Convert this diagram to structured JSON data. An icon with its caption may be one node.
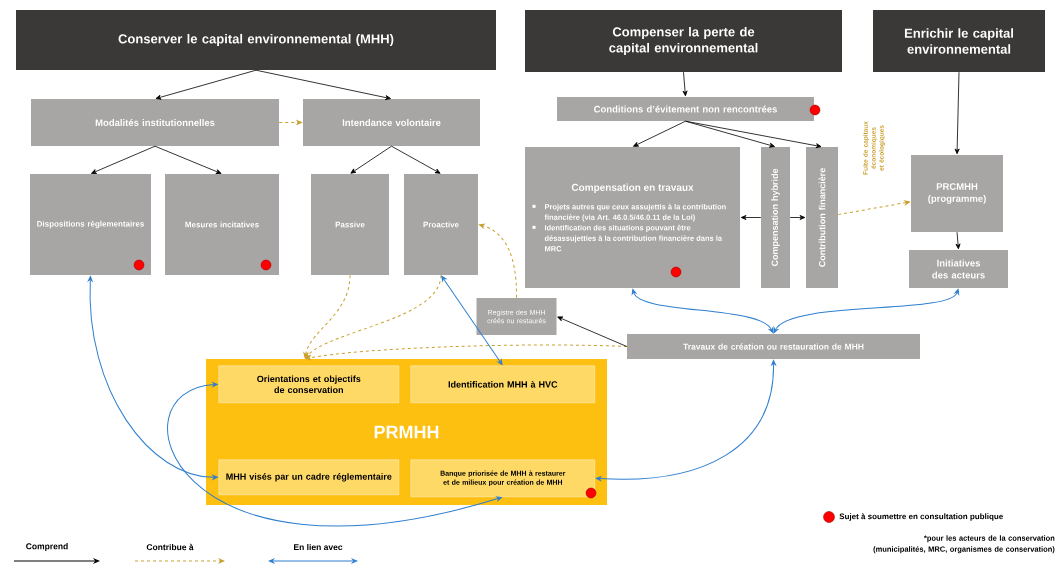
{
  "diagram": {
    "nodes": [
      {
        "text": [
          "Conserver le capital environnemental (MHH)"
        ]
      },
      {
        "text": [
          "Compenser la perte de capital environnemental"
        ]
      },
      {
        "text": [
          "Enrichir le capital environnemental"
        ]
      },
      {
        "text": [
          "Modalités institutionnelles"
        ]
      },
      {
        "text": [
          "Intendance volontaire"
        ]
      },
      {
        "text": [
          "Dispositions règlementaires"
        ]
      },
      {
        "text": [
          "Mesures incitatives"
        ]
      },
      {
        "text": [
          "Passive"
        ]
      },
      {
        "text": [
          "Proactive"
        ]
      },
      {
        "text": [
          "Conditions d’évitement non rencontrées"
        ]
      },
      {
        "text": [
          "Compensation en travaux",
          "Projets autres que ceux assujettis à la contribution financière (via Art. 46.0.5/46.0.11 de la Loi)",
          "Identification des situations pouvant être désassujetties à la contribution financière dans la MRC"
        ]
      },
      {
        "text": [
          "Compensation hybride"
        ]
      },
      {
        "text": [
          "Contribution financière"
        ]
      },
      {
        "text": [
          "PRCMHH (programme)"
        ]
      },
      {
        "text": [
          "Initiatives des acteurs"
        ]
      },
      {
        "text": [
          "Registre des MHH créés ou restaurés"
        ]
      },
      {
        "text": [
          "Travaux de création ou restauration de MHH"
        ]
      },
      {
        "text": [
          "PRMHH"
        ]
      },
      {
        "text": [
          "Orientations et objectifs de conservation"
        ],
        "in": 17
      },
      {
        "text": [
          "Identification MHH à HVC"
        ],
        "in": 17
      },
      {
        "text": [
          "MHH visés par un cadre réglementaire"
        ],
        "in": 17
      },
      {
        "text": [
          "Banque priorisée de MHH à restaurer et de milieux pour création de MHH"
        ],
        "in": 17
      }
    ],
    "edges": [
      {
        "from": 0,
        "to": 3,
        "arrow": "to"
      },
      {
        "from": 0,
        "to": 4,
        "arrow": "to"
      },
      {
        "from": 3,
        "to": 4,
        "arrow": "to",
        "style": "dashed",
        "color": "#c9a02e"
      },
      {
        "from": 3,
        "to": 5,
        "arrow": "to"
      },
      {
        "from": 3,
        "to": 6,
        "arrow": "to"
      },
      {
        "from": 4,
        "to": 7,
        "arrow": "to"
      },
      {
        "from": 4,
        "to": 8,
        "arrow": "to"
      },
      {
        "from": 1,
        "to": 9,
        "arrow": "to"
      },
      {
        "from": 9,
        "to": 10,
        "arrow": "to"
      },
      {
        "from": 9,
        "to": 11,
        "arrow": "to"
      },
      {
        "from": 9,
        "to": 12,
        "arrow": "to"
      },
      {
        "from": 2,
        "to": 13,
        "arrow": "to"
      },
      {
        "from": 11,
        "to": 10,
        "arrow": "to"
      },
      {
        "from": 11,
        "to": 12,
        "arrow": "to"
      },
      {
        "from": 12,
        "to": 13,
        "arrow": "to",
        "style": "dashed",
        "color": "#c9a02e",
        "label": "Fuite de capitaux économiques et écologiques"
      },
      {
        "from": 13,
        "to": 14,
        "arrow": "to"
      },
      {
        "from": 7,
        "to": 17,
        "arrow": "to",
        "style": "dashed",
        "color": "#c9a02e"
      },
      {
        "from": 8,
        "to": 17,
        "arrow": "to",
        "style": "dashed",
        "color": "#c9a02e"
      },
      {
        "from": 16,
        "to": 17,
        "arrow": "to",
        "style": "dashed",
        "color": "#c9a02e"
      },
      {
        "from": 15,
        "to": 8,
        "arrow": "to",
        "style": "dashed",
        "color": "#c9a02e"
      },
      {
        "from": 16,
        "to": 15,
        "arrow": "to"
      },
      {
        "from": 5,
        "to": 20,
        "arrow": "both",
        "color": "#2f7fcf"
      },
      {
        "from": 8,
        "to": 19,
        "arrow": "both",
        "color": "#2f7fcf"
      },
      {
        "from": 16,
        "to": 10,
        "arrow": "both",
        "color": "#2f7fcf"
      },
      {
        "from": 16,
        "to": 14,
        "arrow": "both",
        "color": "#2f7fcf"
      },
      {
        "from": 16,
        "to": 21,
        "arrow": "both",
        "color": "#2f7fcf"
      },
      {
        "from": 18,
        "to": 21,
        "arrow": "both",
        "color": "#2f7fcf"
      }
    ],
    "labels": [
      "*pour les acteurs de la conservation (municipalités, MRC, organismes de conservation)"
    ],
    "legend": [
      {
        "text": "Comprend"
      },
      {
        "text": "Contribue à"
      },
      {
        "text": "En lien avec"
      },
      {
        "text": "Sujet à soumettre en consultation publique",
        "color": "#ff0000"
      }
    ]
  }
}
